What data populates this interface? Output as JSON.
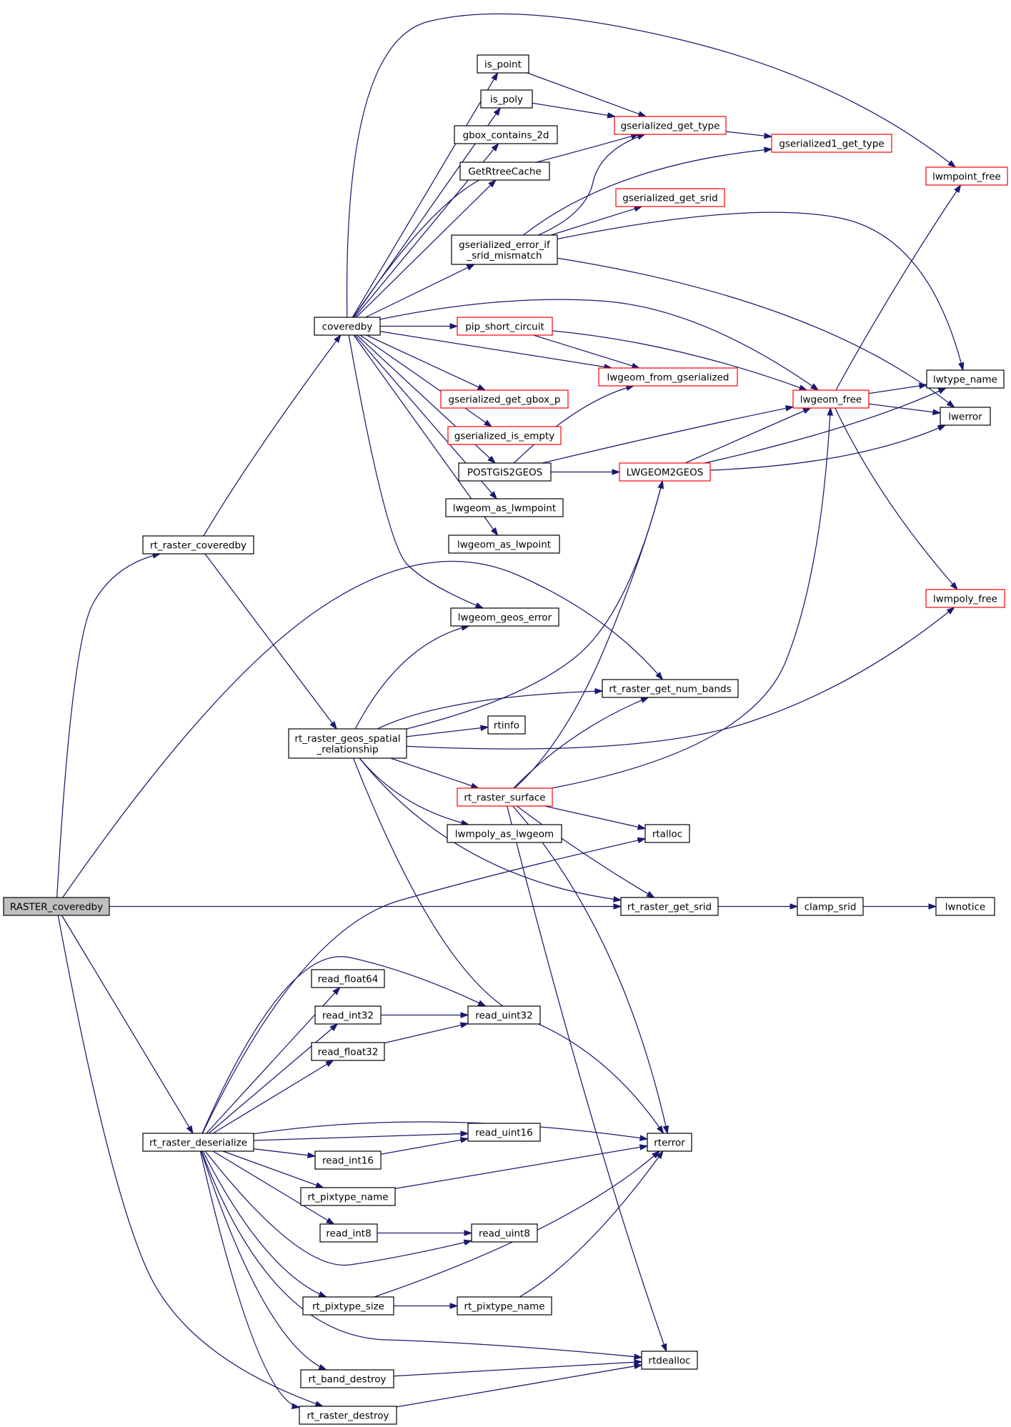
{
  "diagram": {
    "type": "call-graph",
    "colors": {
      "edge": "#191970",
      "node_border_default": "#000000",
      "node_border_truncated": "#ff0000",
      "root_fill": "#bfbfbf",
      "node_fill": "#ffffff"
    },
    "nodes": [
      {
        "id": "raster_coveredby",
        "lines": [
          "RASTER_coveredby"
        ],
        "style": "root"
      },
      {
        "id": "rt_raster_coveredby",
        "lines": [
          "rt_raster_coveredby"
        ],
        "style": "normal"
      },
      {
        "id": "coveredby",
        "lines": [
          "coveredby"
        ],
        "style": "normal"
      },
      {
        "id": "is_point",
        "lines": [
          "is_point"
        ],
        "style": "normal"
      },
      {
        "id": "is_poly",
        "lines": [
          "is_poly"
        ],
        "style": "normal"
      },
      {
        "id": "gbox_contains_2d",
        "lines": [
          "gbox_contains_2d"
        ],
        "style": "normal"
      },
      {
        "id": "getrtreecache",
        "lines": [
          "GetRtreeCache"
        ],
        "style": "normal"
      },
      {
        "id": "gserialized_error_if_srid_mismatch",
        "lines": [
          "gserialized_error_if",
          "_srid_mismatch"
        ],
        "style": "normal"
      },
      {
        "id": "pip_short_circuit",
        "lines": [
          "pip_short_circuit"
        ],
        "style": "truncated"
      },
      {
        "id": "gserialized_get_gbox_p",
        "lines": [
          "gserialized_get_gbox_p"
        ],
        "style": "truncated"
      },
      {
        "id": "gserialized_is_empty",
        "lines": [
          "gserialized_is_empty"
        ],
        "style": "truncated"
      },
      {
        "id": "postgis2geos",
        "lines": [
          "POSTGIS2GEOS"
        ],
        "style": "normal"
      },
      {
        "id": "lwgeom_as_lwmpoint",
        "lines": [
          "lwgeom_as_lwmpoint"
        ],
        "style": "normal"
      },
      {
        "id": "lwgeom_as_lwpoint",
        "lines": [
          "lwgeom_as_lwpoint"
        ],
        "style": "normal"
      },
      {
        "id": "lwgeom_geos_error",
        "lines": [
          "lwgeom_geos_error"
        ],
        "style": "normal"
      },
      {
        "id": "gserialized_get_type",
        "lines": [
          "gserialized_get_type"
        ],
        "style": "truncated"
      },
      {
        "id": "gserialized1_get_type",
        "lines": [
          "gserialized1_get_type"
        ],
        "style": "truncated"
      },
      {
        "id": "gserialized_get_srid",
        "lines": [
          "gserialized_get_srid"
        ],
        "style": "truncated"
      },
      {
        "id": "lwpoint_free",
        "lines": [
          "lwmpoint_free"
        ],
        "style": "truncated"
      },
      {
        "id": "lwgeom_from_gserialized",
        "lines": [
          "lwgeom_from_gserialized"
        ],
        "style": "truncated"
      },
      {
        "id": "lwgeom_free",
        "lines": [
          "lwgeom_free"
        ],
        "style": "truncated"
      },
      {
        "id": "lwtype_name",
        "lines": [
          "lwtype_name"
        ],
        "style": "normal"
      },
      {
        "id": "lwerror",
        "lines": [
          "lwerror"
        ],
        "style": "normal"
      },
      {
        "id": "lwgeom2geos",
        "lines": [
          "LWGEOM2GEOS"
        ],
        "style": "truncated"
      },
      {
        "id": "lwmpoly_free",
        "lines": [
          "lwmpoly_free"
        ],
        "style": "truncated"
      },
      {
        "id": "rt_raster_get_num_bands",
        "lines": [
          "rt_raster_get_num_bands"
        ],
        "style": "normal"
      },
      {
        "id": "rt_raster_geos_spatial_relationship",
        "lines": [
          "rt_raster_geos_spatial",
          "_relationship"
        ],
        "style": "normal"
      },
      {
        "id": "rtinfo",
        "lines": [
          "rtinfo"
        ],
        "style": "normal"
      },
      {
        "id": "rt_raster_surface",
        "lines": [
          "rt_raster_surface"
        ],
        "style": "truncated"
      },
      {
        "id": "lwmpoly_as_lwgeom",
        "lines": [
          "lwmpoly_as_lwgeom"
        ],
        "style": "normal"
      },
      {
        "id": "rtalloc",
        "lines": [
          "rtalloc"
        ],
        "style": "normal"
      },
      {
        "id": "rt_raster_get_srid",
        "lines": [
          "rt_raster_get_srid"
        ],
        "style": "normal"
      },
      {
        "id": "clamp_srid",
        "lines": [
          "clamp_srid"
        ],
        "style": "normal"
      },
      {
        "id": "lwnotice",
        "lines": [
          "lwnotice"
        ],
        "style": "normal"
      },
      {
        "id": "read_float64",
        "lines": [
          "read_float64"
        ],
        "style": "normal"
      },
      {
        "id": "read_int32",
        "lines": [
          "read_int32"
        ],
        "style": "normal"
      },
      {
        "id": "read_uint32",
        "lines": [
          "read_uint32"
        ],
        "style": "normal"
      },
      {
        "id": "read_float32",
        "lines": [
          "read_float32"
        ],
        "style": "normal"
      },
      {
        "id": "rt_raster_deserialize",
        "lines": [
          "rt_raster_deserialize"
        ],
        "style": "normal"
      },
      {
        "id": "read_uint16",
        "lines": [
          "read_uint16"
        ],
        "style": "normal"
      },
      {
        "id": "rterror",
        "lines": [
          "rterror"
        ],
        "style": "normal"
      },
      {
        "id": "read_int16",
        "lines": [
          "read_int16"
        ],
        "style": "normal"
      },
      {
        "id": "rt_pixtype_name_1",
        "lines": [
          "rt_pixtype_name"
        ],
        "style": "normal"
      },
      {
        "id": "read_int8",
        "lines": [
          "read_int8"
        ],
        "style": "normal"
      },
      {
        "id": "read_uint8",
        "lines": [
          "read_uint8"
        ],
        "style": "normal"
      },
      {
        "id": "rt_pixtype_size",
        "lines": [
          "rt_pixtype_size"
        ],
        "style": "normal"
      },
      {
        "id": "rt_pixtype_name_2",
        "lines": [
          "rt_pixtype_name"
        ],
        "style": "normal"
      },
      {
        "id": "rtdealloc",
        "lines": [
          "rtdealloc"
        ],
        "style": "normal"
      },
      {
        "id": "rt_band_destroy",
        "lines": [
          "rt_band_destroy"
        ],
        "style": "normal"
      },
      {
        "id": "rt_raster_destroy",
        "lines": [
          "rt_raster_destroy"
        ],
        "style": "normal"
      }
    ],
    "edges": [
      [
        "raster_coveredby",
        "rt_raster_coveredby"
      ],
      [
        "raster_coveredby",
        "rt_raster_get_num_bands"
      ],
      [
        "raster_coveredby",
        "rt_raster_get_srid"
      ],
      [
        "raster_coveredby",
        "rt_raster_deserialize"
      ],
      [
        "raster_coveredby",
        "rt_raster_destroy"
      ],
      [
        "rt_raster_coveredby",
        "coveredby"
      ],
      [
        "rt_raster_coveredby",
        "rt_raster_geos_spatial_relationship"
      ],
      [
        "coveredby",
        "is_point"
      ],
      [
        "coveredby",
        "is_poly"
      ],
      [
        "coveredby",
        "gbox_contains_2d"
      ],
      [
        "coveredby",
        "getrtreecache"
      ],
      [
        "coveredby",
        "gserialized_get_type"
      ],
      [
        "coveredby",
        "gserialized_error_if_srid_mismatch"
      ],
      [
        "coveredby",
        "pip_short_circuit"
      ],
      [
        "coveredby",
        "lwgeom_from_gserialized"
      ],
      [
        "coveredby",
        "gserialized_get_gbox_p"
      ],
      [
        "coveredby",
        "gserialized_is_empty"
      ],
      [
        "coveredby",
        "postgis2geos"
      ],
      [
        "coveredby",
        "lwgeom_as_lwmpoint"
      ],
      [
        "coveredby",
        "lwgeom_as_lwpoint"
      ],
      [
        "coveredby",
        "lwgeom_geos_error"
      ],
      [
        "coveredby",
        "lwgeom_free"
      ],
      [
        "coveredby",
        "lwpoint_free"
      ],
      [
        "is_point",
        "gserialized_get_type"
      ],
      [
        "is_poly",
        "gserialized_get_type"
      ],
      [
        "gserialized_get_type",
        "gserialized1_get_type"
      ],
      [
        "gserialized_error_if_srid_mismatch",
        "gserialized_get_type"
      ],
      [
        "gserialized_error_if_srid_mismatch",
        "gserialized1_get_type"
      ],
      [
        "gserialized_error_if_srid_mismatch",
        "gserialized_get_srid"
      ],
      [
        "gserialized_error_if_srid_mismatch",
        "lwtype_name"
      ],
      [
        "gserialized_error_if_srid_mismatch",
        "lwerror"
      ],
      [
        "pip_short_circuit",
        "lwgeom_from_gserialized"
      ],
      [
        "pip_short_circuit",
        "lwgeom_free"
      ],
      [
        "postgis2geos",
        "lwgeom_from_gserialized"
      ],
      [
        "postgis2geos",
        "lwgeom_free"
      ],
      [
        "postgis2geos",
        "lwgeom2geos"
      ],
      [
        "lwgeom2geos",
        "lwgeom_free"
      ],
      [
        "lwgeom2geos",
        "lwtype_name"
      ],
      [
        "lwgeom2geos",
        "lwerror"
      ],
      [
        "lwgeom_free",
        "lwtype_name"
      ],
      [
        "lwgeom_free",
        "lwerror"
      ],
      [
        "lwgeom_free",
        "lwpoint_free"
      ],
      [
        "lwgeom_free",
        "lwmpoly_free"
      ],
      [
        "rt_raster_geos_spatial_relationship",
        "lwgeom_geos_error"
      ],
      [
        "rt_raster_geos_spatial_relationship",
        "lwgeom2geos"
      ],
      [
        "rt_raster_geos_spatial_relationship",
        "rt_raster_get_num_bands"
      ],
      [
        "rt_raster_geos_spatial_relationship",
        "rtinfo"
      ],
      [
        "rt_raster_geos_spatial_relationship",
        "lwmpoly_free"
      ],
      [
        "rt_raster_geos_spatial_relationship",
        "rt_raster_surface"
      ],
      [
        "rt_raster_geos_spatial_relationship",
        "lwmpoly_as_lwgeom"
      ],
      [
        "rt_raster_geos_spatial_relationship",
        "rt_raster_get_srid"
      ],
      [
        "rt_raster_geos_spatial_relationship",
        "rterror"
      ],
      [
        "rt_raster_surface",
        "lwgeom2geos"
      ],
      [
        "rt_raster_surface",
        "rt_raster_get_num_bands"
      ],
      [
        "rt_raster_surface",
        "lwgeom_free"
      ],
      [
        "rt_raster_surface",
        "rtalloc"
      ],
      [
        "rt_raster_surface",
        "rt_raster_get_srid"
      ],
      [
        "rt_raster_surface",
        "rterror"
      ],
      [
        "rt_raster_surface",
        "rtdealloc"
      ],
      [
        "rt_raster_get_srid",
        "clamp_srid"
      ],
      [
        "clamp_srid",
        "lwnotice"
      ],
      [
        "rt_raster_deserialize",
        "rtalloc"
      ],
      [
        "rt_raster_deserialize",
        "read_float64"
      ],
      [
        "rt_raster_deserialize",
        "read_uint32"
      ],
      [
        "rt_raster_deserialize",
        "read_int32"
      ],
      [
        "rt_raster_deserialize",
        "read_float32"
      ],
      [
        "rt_raster_deserialize",
        "rterror"
      ],
      [
        "rt_raster_deserialize",
        "read_uint16"
      ],
      [
        "rt_raster_deserialize",
        "read_int16"
      ],
      [
        "rt_raster_deserialize",
        "rt_pixtype_name_1"
      ],
      [
        "rt_raster_deserialize",
        "read_int8"
      ],
      [
        "rt_raster_deserialize",
        "read_uint8"
      ],
      [
        "rt_raster_deserialize",
        "rt_pixtype_size"
      ],
      [
        "rt_raster_deserialize",
        "rtdealloc"
      ],
      [
        "rt_raster_deserialize",
        "rt_band_destroy"
      ],
      [
        "rt_raster_deserialize",
        "rt_raster_destroy"
      ],
      [
        "read_int32",
        "read_uint32"
      ],
      [
        "read_float32",
        "read_uint32"
      ],
      [
        "read_int16",
        "read_uint16"
      ],
      [
        "rt_pixtype_name_1",
        "rterror"
      ],
      [
        "read_int8",
        "read_uint8"
      ],
      [
        "rt_pixtype_size",
        "rterror"
      ],
      [
        "rt_pixtype_size",
        "rt_pixtype_name_2"
      ],
      [
        "rt_pixtype_name_2",
        "rterror"
      ],
      [
        "rt_band_destroy",
        "rtdealloc"
      ],
      [
        "rt_raster_destroy",
        "rtdealloc"
      ]
    ]
  }
}
